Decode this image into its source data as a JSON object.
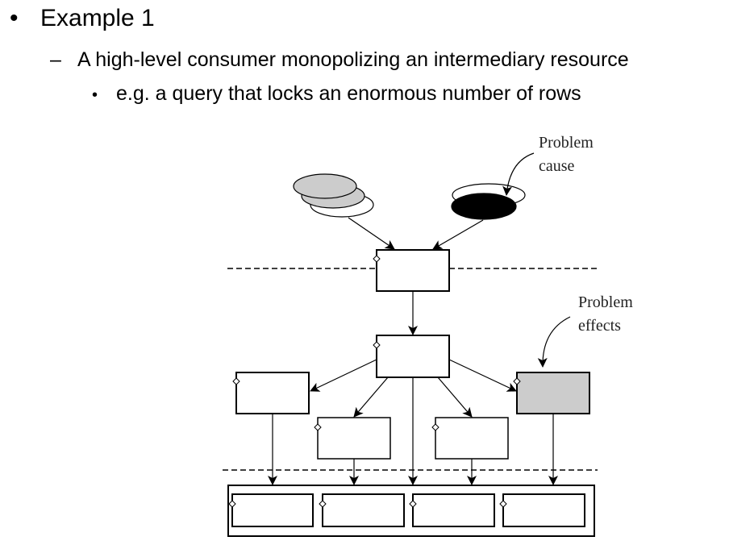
{
  "slide": {
    "bullets": [
      {
        "level": 1,
        "marker": "•",
        "text": "Example 1"
      },
      {
        "level": 2,
        "marker": "–",
        "text": "A high-level consumer monopolizing an intermediary resource"
      },
      {
        "level": 3,
        "marker": "•",
        "text": "e.g. a query that locks an enormous number of rows"
      }
    ]
  },
  "diagram": {
    "annotations": {
      "cause": {
        "line1": "Problem",
        "line2": "cause"
      },
      "effects": {
        "line1": "Problem",
        "line2": "effects"
      }
    },
    "colors": {
      "stroke": "#000000",
      "gray_fill": "#cccccc",
      "problem_cause_fill": "#000000",
      "problem_effect_fill": "#cccccc"
    }
  }
}
